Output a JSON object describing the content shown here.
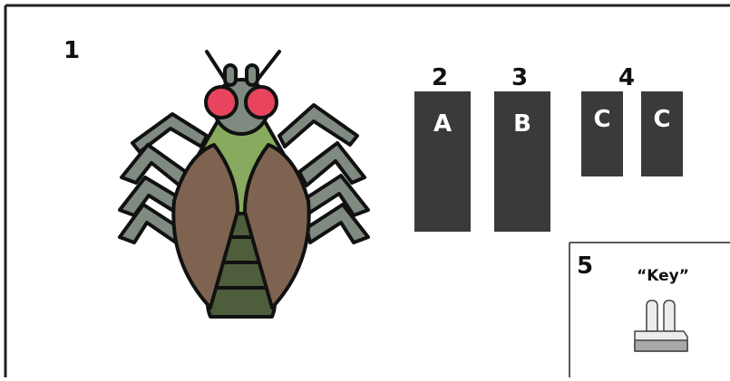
{
  "labels": {
    "step1": "1",
    "step2": "2",
    "step3": "3",
    "step4": "4",
    "step5": "5"
  },
  "blocks": {
    "a": "A",
    "b": "B",
    "c1": "C",
    "c2": "C"
  },
  "key_caption": "“Key”",
  "colors": {
    "block": "#3a3a3a",
    "eye": "#e8445e",
    "thorax": "#88aa5e",
    "abdomen": "#4e5e3c",
    "wing": "#7e6450",
    "legs": "#7f8a80",
    "key_body": "#ececec",
    "key_base": "#a9a9a9"
  }
}
